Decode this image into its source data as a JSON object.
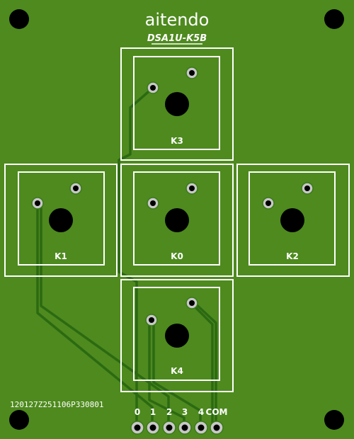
{
  "board": {
    "brand": "aitendo",
    "model": "DSA1U-K5B",
    "serial": "120127Z251106P330801",
    "colors": {
      "board": "#4e8a1e",
      "trace": "#2b6a12",
      "silkscreen": "#ffffff",
      "hole": "#000000",
      "pad": "#c8c8c8"
    }
  },
  "keys": [
    {
      "id": "K3",
      "label": "K3"
    },
    {
      "id": "K1",
      "label": "K1"
    },
    {
      "id": "K0",
      "label": "K0"
    },
    {
      "id": "K2",
      "label": "K2"
    },
    {
      "id": "K4",
      "label": "K4"
    }
  ],
  "connector": {
    "pins": [
      "0",
      "1",
      "2",
      "3",
      "4",
      "COM"
    ]
  }
}
